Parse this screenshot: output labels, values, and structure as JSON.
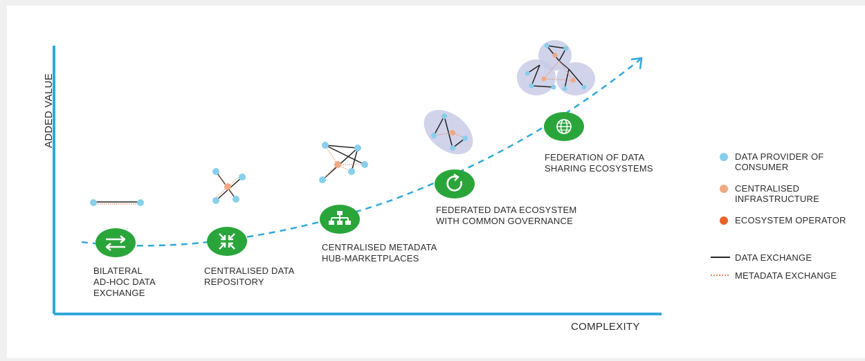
{
  "axes": {
    "y_label": "ADDED VALUE",
    "x_label": "COMPLEXITY"
  },
  "stages": [
    {
      "label": "BILATERAL\nAD-HOC DATA\nEXCHANGE",
      "icon": "swap-arrows-icon"
    },
    {
      "label": "CENTRALISED DATA\nREPOSITORY",
      "icon": "compress-arrows-icon"
    },
    {
      "label": "CENTRALISED METADATA\nHUB-MARKETPLACES",
      "icon": "hierarchy-icon"
    },
    {
      "label": "FEDERATED DATA ECOSYSTEM\nWITH COMMON GOVERNANCE",
      "icon": "refresh-icon"
    },
    {
      "label": "FEDERATION OF DATA\nSHARING ECOSYSTEMS",
      "icon": "globe-icon"
    }
  ],
  "legend": [
    {
      "label": "DATA PROVIDER OF\nCONSUMER",
      "symbol": "provider-dot"
    },
    {
      "label": "CENTRALISED\nINFRASTRUCTURE",
      "symbol": "infrastructure-dot"
    },
    {
      "label": "ECOSYSTEM OPERATOR",
      "symbol": "operator-dot"
    },
    {
      "label": "DATA EXCHANGE",
      "symbol": "solid-line"
    },
    {
      "label": "METADATA EXCHANGE",
      "symbol": "dotted-line"
    }
  ],
  "colors": {
    "axis": "#2fa8dc",
    "curve": "#2fa8dc",
    "stage_green": "#2aa53a",
    "provider": "#8fd3ee",
    "infrastructure": "#f3b08a",
    "operator": "#e8622a",
    "ecosystem_blob": "#c9cbe6"
  }
}
